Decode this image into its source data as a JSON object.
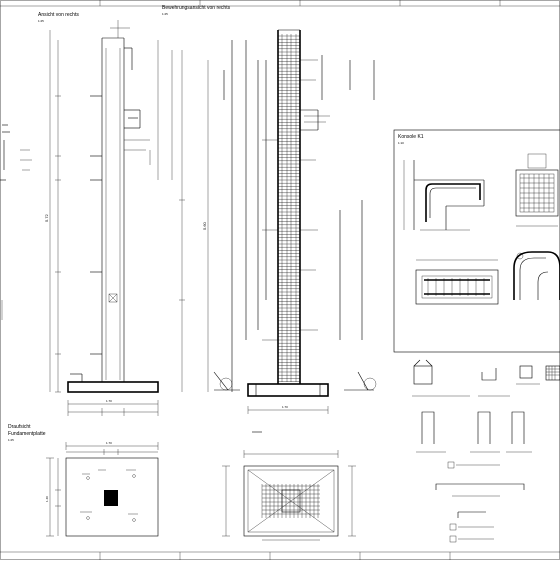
{
  "views": {
    "left_view_title": "Ansicht von rechts",
    "left_view_scale": "1:25",
    "rebar_view_title": "Bewehrungsansicht von rechts",
    "rebar_view_scale": "1:25",
    "bracket_title": "Konsole K1",
    "bracket_scale": "1:10",
    "plan_title_line1": "Draufsicht",
    "plan_title_line2": "Fundamentplatte",
    "plan_scale": "1:25"
  },
  "dimensions": {
    "column_height": "5.72",
    "rebar_height": "5.60",
    "base_width": "1.70",
    "base_width_2": "1.70",
    "plan_width": "1.70",
    "plan_depth": "1.40"
  }
}
